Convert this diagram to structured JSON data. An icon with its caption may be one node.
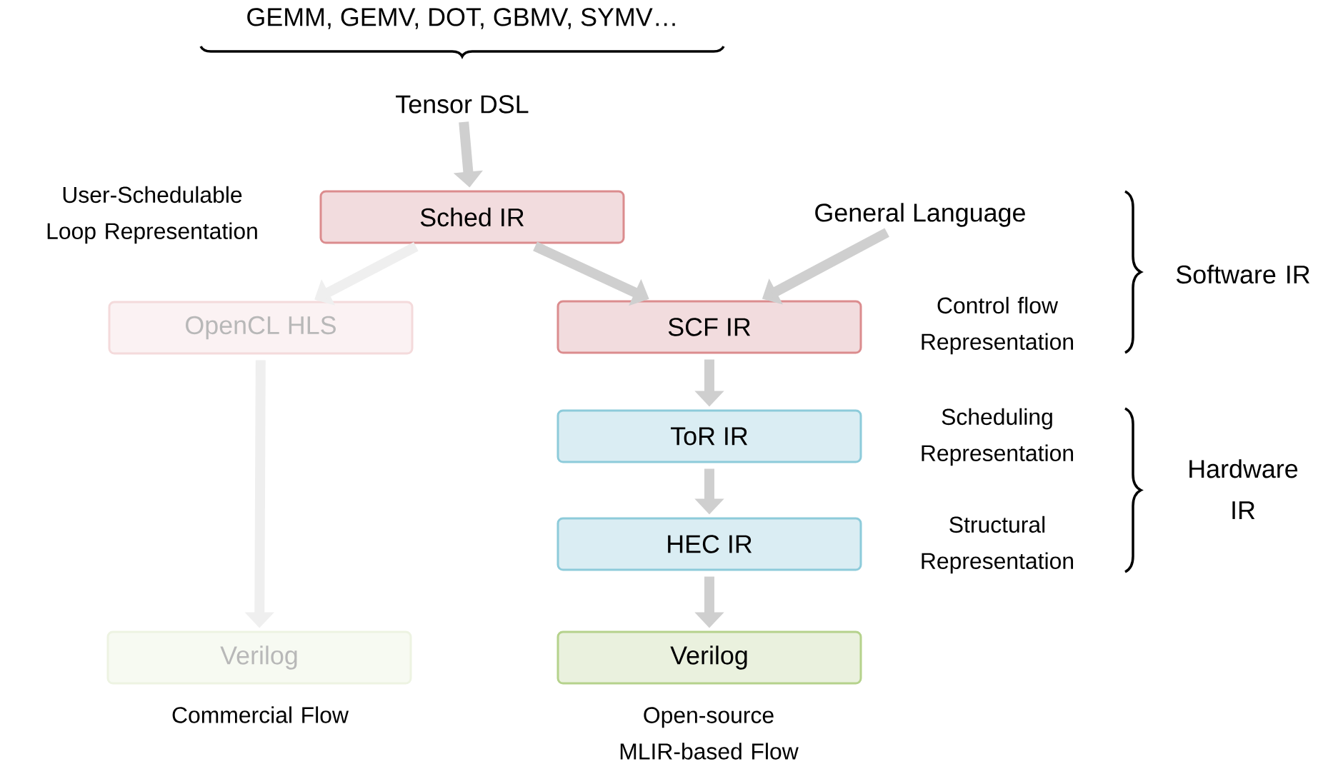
{
  "diagram": {
    "nodes": [
      {
        "text": [
          "Tensor DSL"
        ]
      },
      {
        "text": [
          "Sched IR"
        ],
        "beside": [
          "User-Schedulable Loop Representation"
        ]
      },
      {
        "text": [
          "General Language"
        ]
      },
      {
        "text": [
          "OpenCL HLS"
        ]
      },
      {
        "text": [
          "SCF IR"
        ],
        "beside": [
          "Control flow Representation"
        ]
      },
      {
        "text": [
          "ToR IR"
        ],
        "beside": [
          "Scheduling Representation"
        ]
      },
      {
        "text": [
          "HEC IR"
        ],
        "beside": [
          "Structural Representation"
        ]
      },
      {
        "text": [
          "Verilog"
        ],
        "beside": [
          "Commercial Flow"
        ]
      },
      {
        "text": [
          "Verilog"
        ],
        "beside": [
          "Open-source MLIR-based Flow"
        ]
      }
    ],
    "edges": [
      {
        "from": 0,
        "to": 1,
        "arrow": "to"
      },
      {
        "from": 1,
        "to": 3,
        "arrow": "to",
        "color": "#efefef"
      },
      {
        "from": 1,
        "to": 4,
        "arrow": "to"
      },
      {
        "from": 2,
        "to": 4,
        "arrow": "to"
      },
      {
        "from": 4,
        "to": 5,
        "arrow": "to"
      },
      {
        "from": 5,
        "to": 6,
        "arrow": "to"
      },
      {
        "from": 6,
        "to": 8,
        "arrow": "to"
      },
      {
        "from": 3,
        "to": 7,
        "arrow": "to",
        "color": "#efefef"
      }
    ],
    "labels": [
      "GEMM, GEMV, DOT, GBMV, SYMV…",
      "Software IR",
      "Hardware IR"
    ]
  }
}
